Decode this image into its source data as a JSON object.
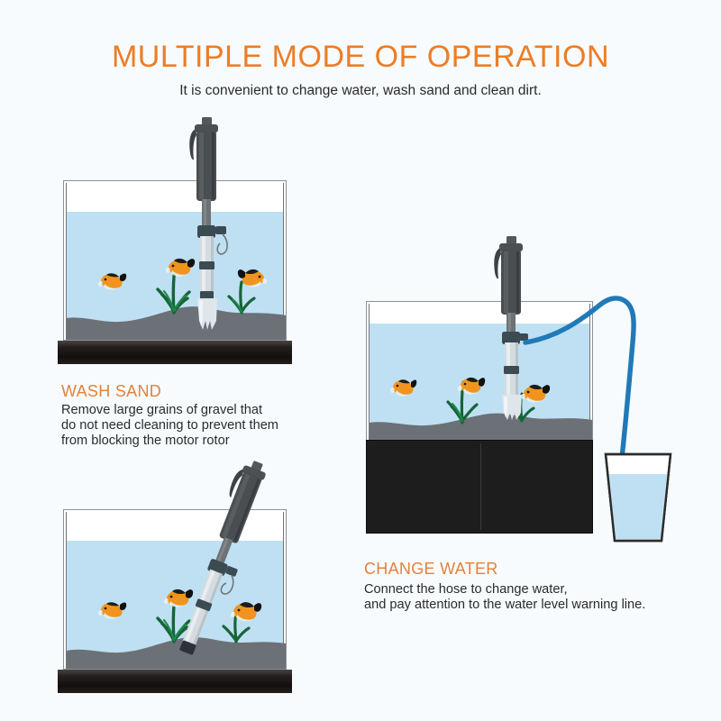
{
  "header": {
    "title": "MULTIPLE MODE OF OPERATION",
    "subtitle": "It is convenient to change water, wash sand and clean dirt.",
    "title_color": "#ed7d25",
    "subtitle_color": "#2b2b2b"
  },
  "background_color": "#f7fbfd",
  "captions": [
    {
      "heading": "WASH SAND",
      "body": "Remove large grains of gravel that\ndo not need cleaning to prevent them\nfrom blocking the motor rotor",
      "heading_color": "#e1823c"
    },
    {
      "heading": "CHANGE WATER",
      "body": "Connect the hose to change water,\nand pay attention to the water level warning line.",
      "heading_color": "#e1823c"
    }
  ],
  "illustrations": {
    "wash_sand_tank": {
      "label": "aquarium-vertical-pump",
      "pump_orientation": "vertical",
      "fish_count": 3,
      "plant_count": 2,
      "water_color": "#bfe0f2",
      "gravel_color": "#6b7176",
      "base_color": "#181413"
    },
    "clean_dirt_tank": {
      "label": "aquarium-tilted-pump",
      "pump_orientation": "tilted",
      "fish_count": 3,
      "plant_count": 2,
      "water_color": "#bfe0f2",
      "gravel_color": "#6b7176",
      "base_color": "#181413"
    },
    "change_water_tank": {
      "label": "aquarium-with-cabinet-and-hose",
      "pump_orientation": "vertical",
      "fish_count": 3,
      "plant_count": 2,
      "water_color": "#bfe0f2",
      "gravel_color": "#6b7176",
      "cabinet_color": "#1d1d1d",
      "hose_color": "#1f7ab8",
      "bucket_water_color": "#bfe0f2"
    }
  },
  "product": {
    "pump_body_color": "#4c5052",
    "pump_tube_color": "#d4dce0",
    "pump_collar_color": "#3c4a52"
  }
}
